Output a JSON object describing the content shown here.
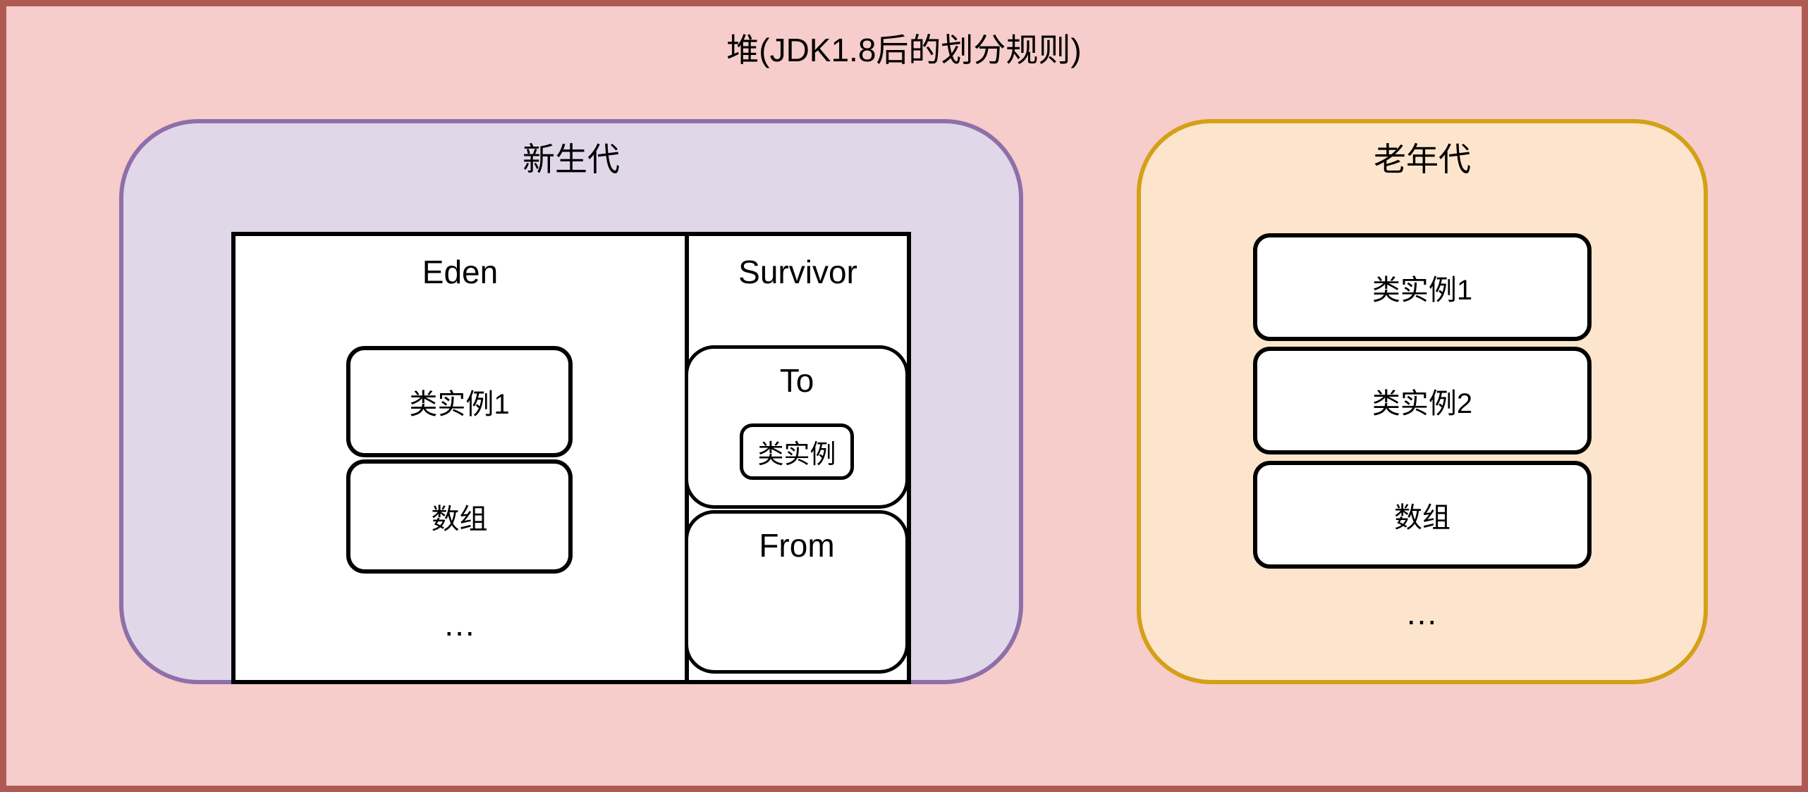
{
  "title": "堆(JDK1.8后的划分规则)",
  "young_gen": {
    "label": "新生代",
    "eden": {
      "label": "Eden",
      "items": [
        "类实例1",
        "数组"
      ],
      "ellipsis": "..."
    },
    "survivor": {
      "label": "Survivor",
      "to": {
        "label": "To",
        "item": "类实例"
      },
      "from": {
        "label": "From"
      }
    }
  },
  "old_gen": {
    "label": "老年代",
    "items": [
      "类实例1",
      "类实例2",
      "数组"
    ],
    "ellipsis": "..."
  },
  "colors": {
    "canvas_bg": "#f6cdca",
    "canvas_border": "#b05a54",
    "young_fill": "#e0d7e9",
    "young_border": "#8f6fa9",
    "old_fill": "#fce5cc",
    "old_border": "#d4a017",
    "box_fill": "#ffffff",
    "box_border": "#000000",
    "text": "#000000"
  }
}
